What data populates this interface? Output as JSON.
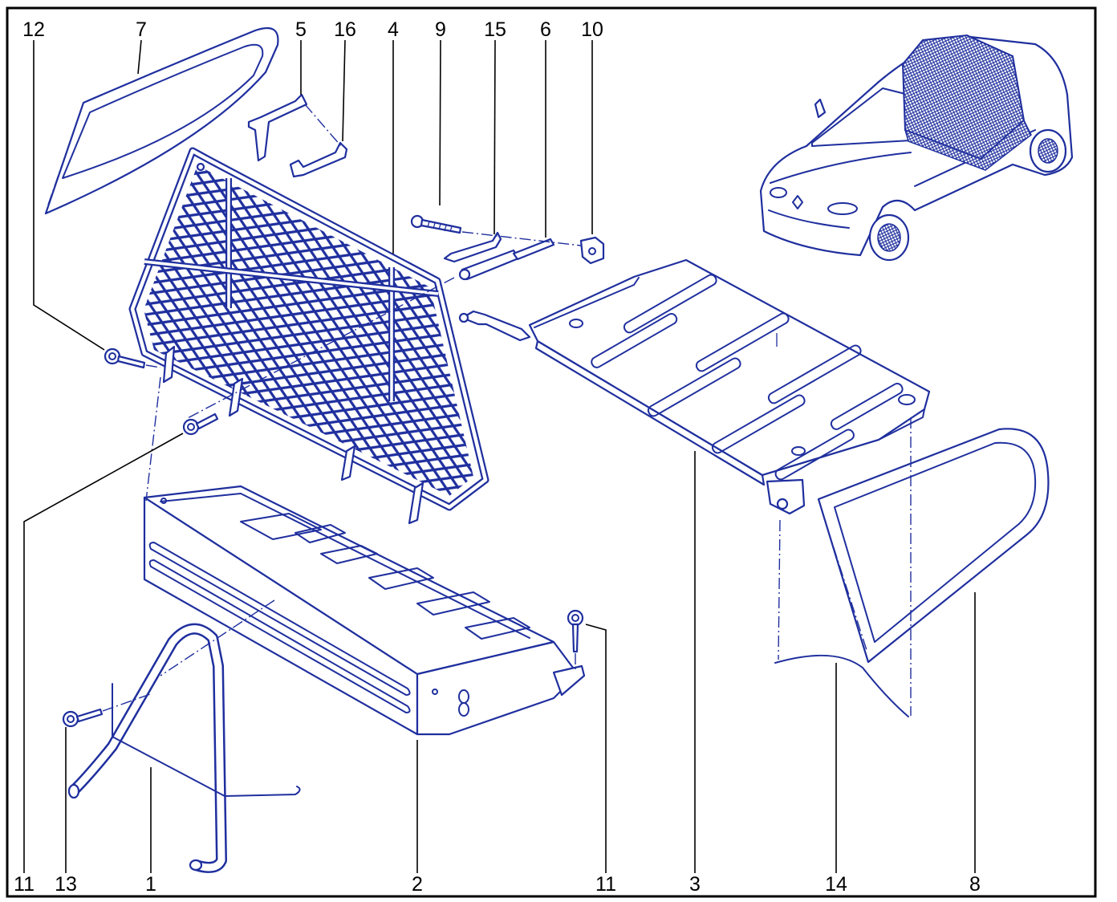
{
  "diagram": {
    "line_color": "#1f2f9e",
    "frame_color": "#000000",
    "callouts": [
      "12",
      "7",
      "5",
      "16",
      "4",
      "9",
      "15",
      "6",
      "10",
      "11",
      "13",
      "1",
      "2",
      "11",
      "3",
      "14",
      "8"
    ]
  }
}
